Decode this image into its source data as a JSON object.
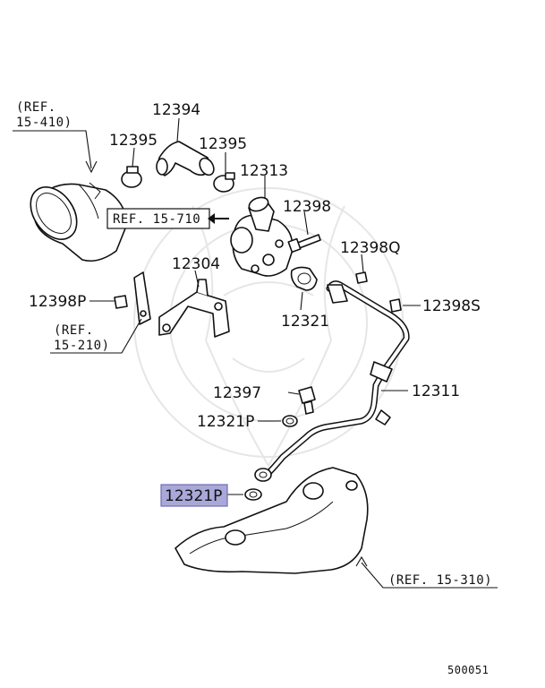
{
  "diagram": {
    "labels": {
      "p12394": "12394",
      "p12395a": "12395",
      "p12395b": "12395",
      "p12313": "12313",
      "p12398": "12398",
      "p12398q": "12398Q",
      "p12304": "12304",
      "p12398p": "12398P",
      "p12321": "12321",
      "p12398s": "12398S",
      "p12397": "12397",
      "p12311": "12311",
      "p12321p_upper": "12321P",
      "p12321p_lower": "12321P"
    },
    "references": {
      "ref_15_410_line1": "(REF.",
      "ref_15_410_line2": "15-410)",
      "ref_15_710": "REF. 15-710",
      "ref_15_210_line1": "(REF.",
      "ref_15_210_line2": "15-210)",
      "ref_15_310": "(REF. 15-310)"
    },
    "highlighted_part": "12321P",
    "highlight_color": "#a9a8d8",
    "diagram_code": "500051"
  }
}
